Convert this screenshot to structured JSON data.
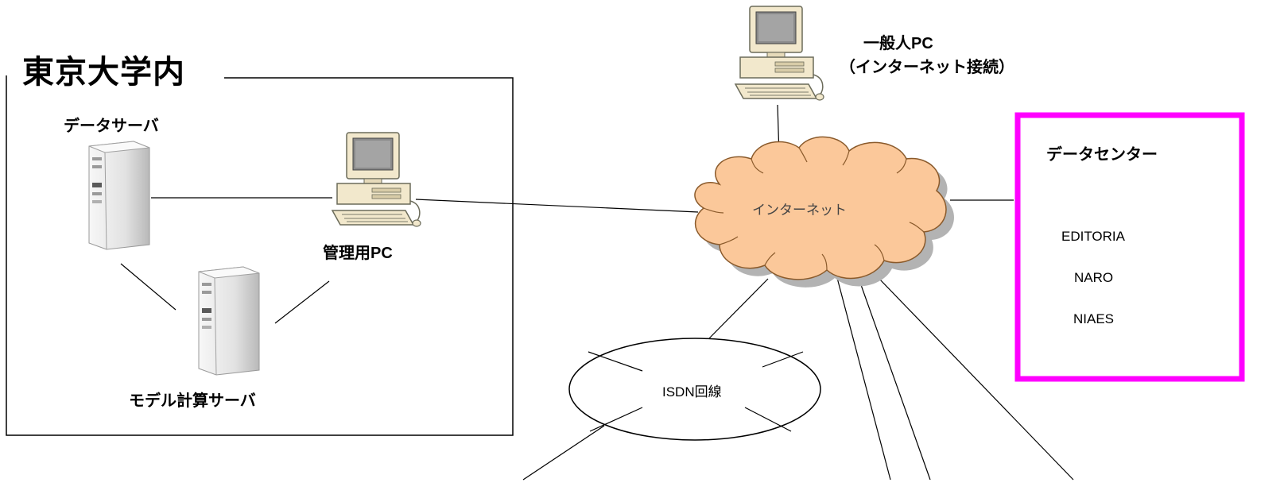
{
  "diagram": {
    "university_title": "東京大学内",
    "data_server_label": "データサーバ",
    "model_server_label": "モデル計算サーバ",
    "admin_pc_label": "管理用PC",
    "public_pc_label_line1": "一般人PC",
    "public_pc_label_line2": "（インターネット接続）",
    "internet_label": "インターネット",
    "isdn_label": "ISDN回線",
    "data_center": {
      "title": "データセンター",
      "items": [
        "EDITORIA",
        "NARO",
        "NIAES"
      ]
    },
    "icons": [
      "desktop-pc-icon",
      "server-tower-icon",
      "cloud-icon"
    ],
    "colors": {
      "cloud_fill": "#FBC89A",
      "cloud_stroke": "#8A5A2B",
      "data_center_border": "#FF00FF",
      "line": "#000000",
      "pc_body": "#F2E8CC"
    }
  }
}
